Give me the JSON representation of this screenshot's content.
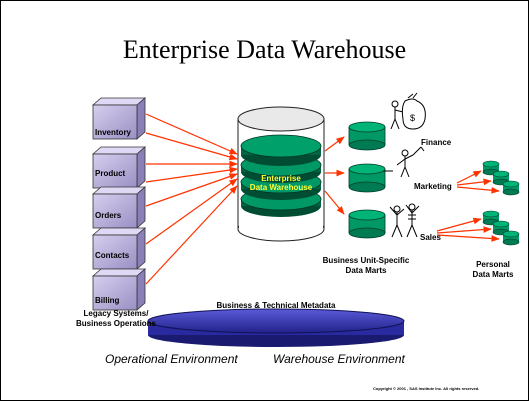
{
  "title": "Enterprise Data Warehouse",
  "sources": [
    "Inventory",
    "Product",
    "Orders",
    "Contacts",
    "Billing"
  ],
  "legacy_label": "Legacy Systems/\nBusiness Operations",
  "warehouse_label": "Enterprise\nData Warehouse",
  "marts": [
    "Finance",
    "Marketing",
    "Sales"
  ],
  "marts_caption": "Business Unit-Specific\nData Marts",
  "personal_caption": "Personal\nData Marts",
  "metadata_label": "Business & Technical Metadata",
  "operational_env": "Operational Environment",
  "warehouse_env": "Warehouse Environment",
  "copyright": "Copyright © 2001 , SAS Institute Inc. All rights reserved.",
  "colors": {
    "green": "#009966",
    "dark_green": "#004d33",
    "arrow": "#ff3300",
    "cube": "#b4a9d6",
    "platter": "#3333bb",
    "edw_text": "#ffff33"
  }
}
